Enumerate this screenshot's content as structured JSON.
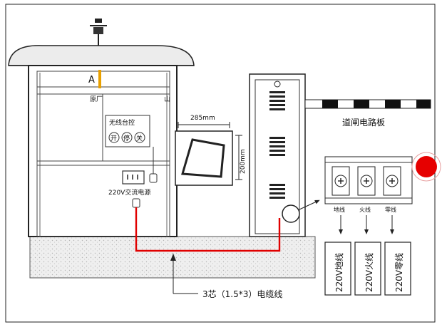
{
  "booth": {
    "sign_partial_1": "A",
    "sign_partial_2": "原厂",
    "sign_partial_3": "山"
  },
  "remote_panel": {
    "title": "无线台控",
    "buttons": [
      "开",
      "停",
      "关"
    ]
  },
  "power_outlet": {
    "label": "220V交流电源"
  },
  "loop_box": {
    "width_label": "285mm",
    "height_label": "200mm"
  },
  "board": {
    "label": "道闸电路板"
  },
  "terminals": [
    {
      "label": "地线",
      "callout": "220V地线"
    },
    {
      "label": "火线",
      "callout": "220V火线"
    },
    {
      "label": "零线",
      "callout": "220V零线"
    }
  ],
  "cable": {
    "label": "3芯（1.5*3）电缆线"
  },
  "colors": {
    "cable": "#e00000",
    "indicator": "#e60000",
    "line": "#222222",
    "fill_light": "#f4f4f4"
  }
}
